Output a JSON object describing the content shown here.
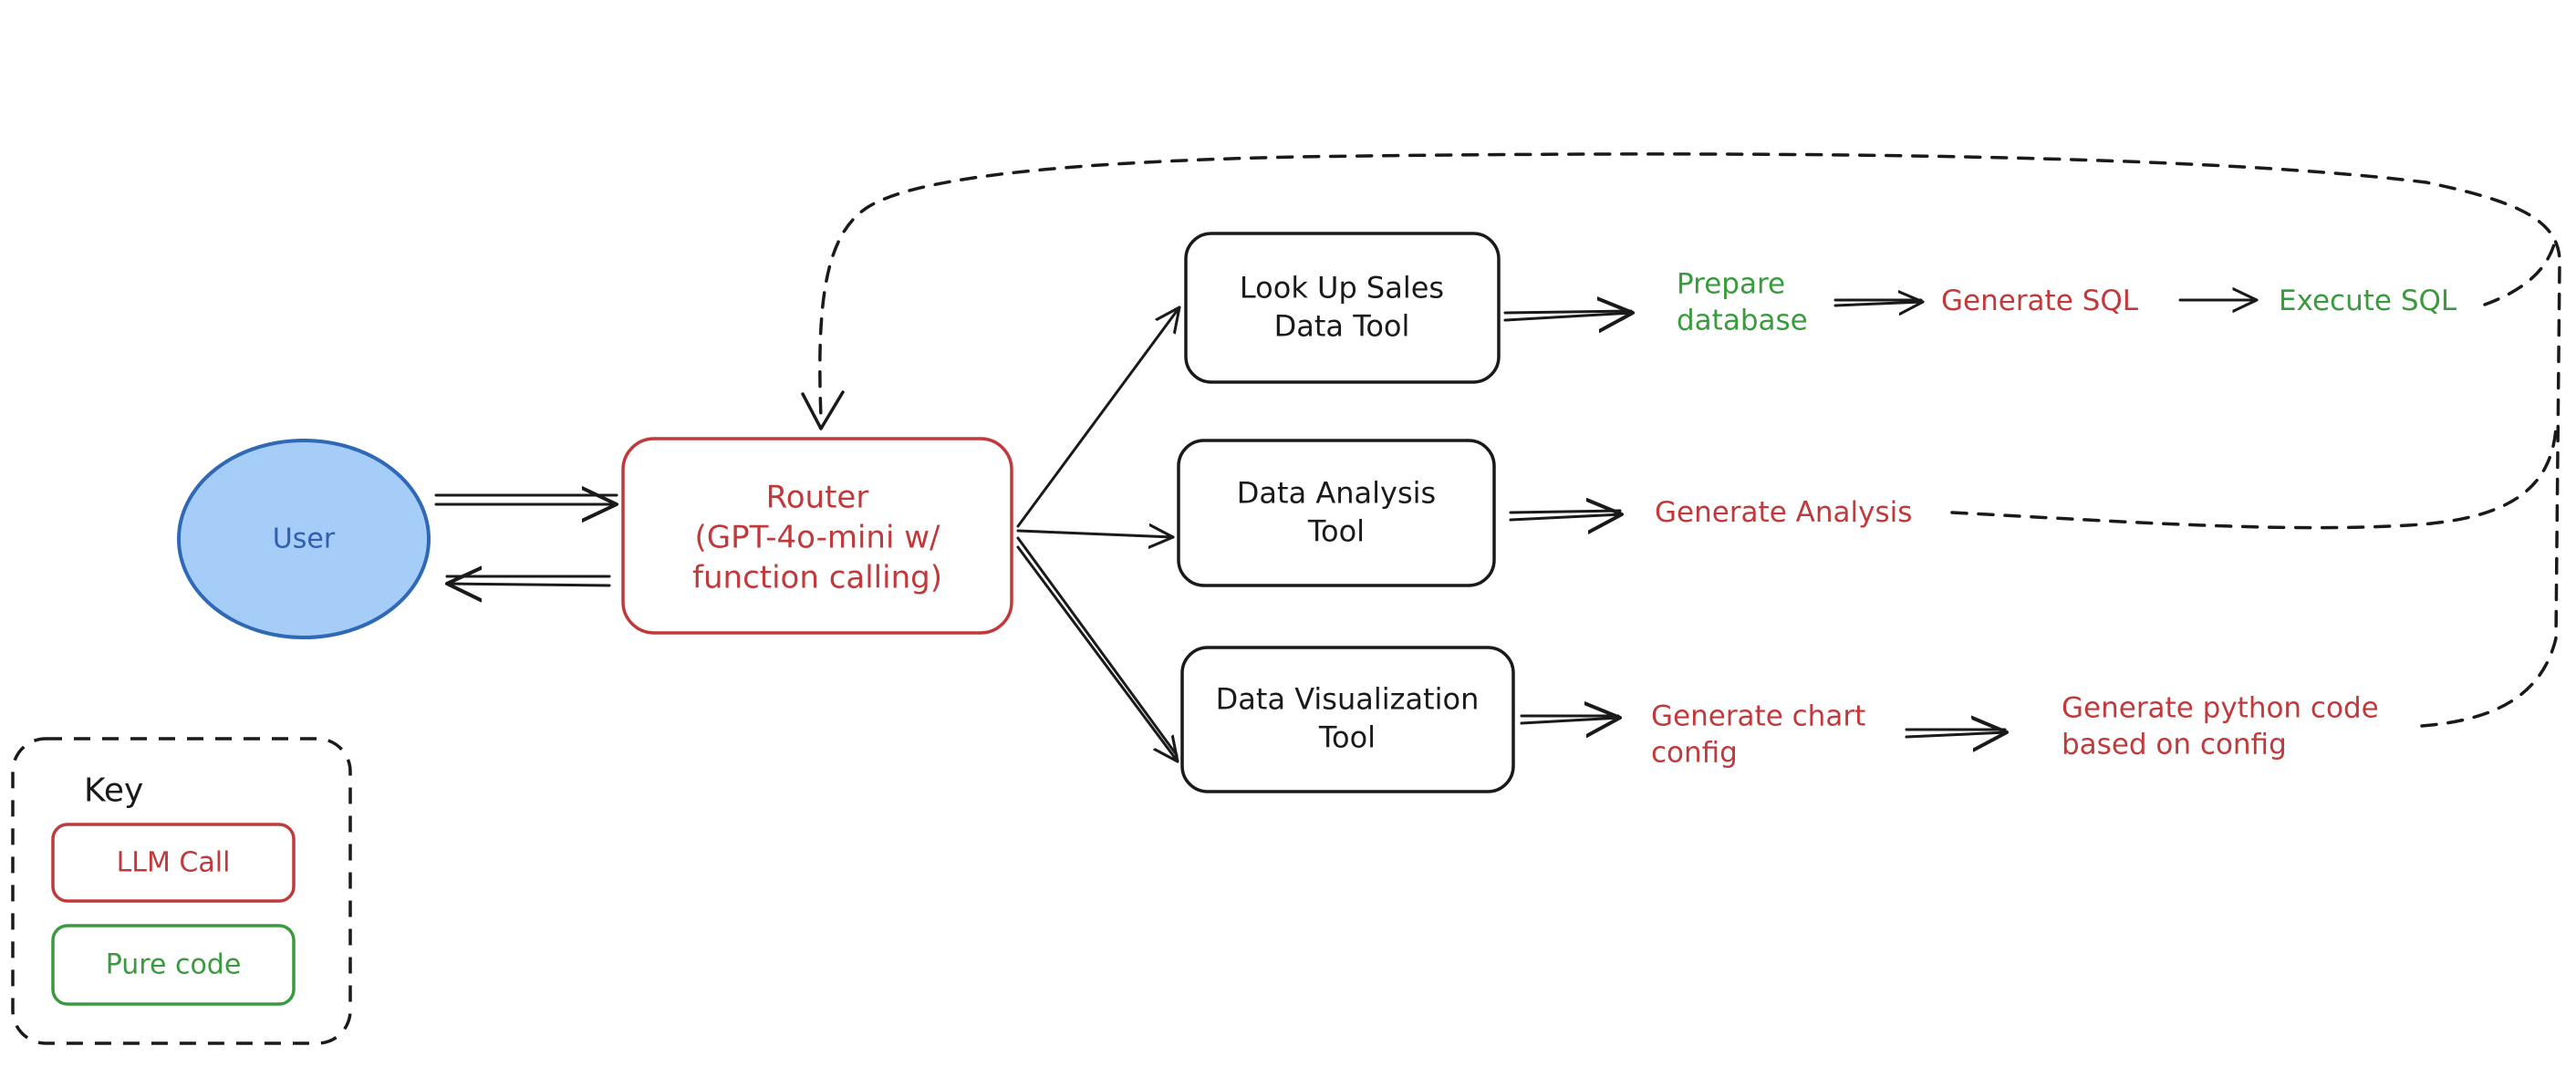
{
  "colors": {
    "llm": "#c0393b",
    "code": "#3a9a3e",
    "user_fill": "#a5cdf8",
    "user_stroke": "#2f68b5",
    "user_text": "#2f5fae",
    "ink": "#1a1a1a"
  },
  "nodes": {
    "user": "User",
    "router": "Router\n(GPT-4o-mini w/\nfunction calling)",
    "sales_tool": "Look Up Sales\nData Tool",
    "analysis_tool": "Data Analysis\nTool",
    "viz_tool": "Data Visualization\nTool"
  },
  "steps": {
    "prepare_db": "Prepare\ndatabase",
    "generate_sql": "Generate SQL",
    "execute_sql": "Execute SQL",
    "generate_analysis": "Generate Analysis",
    "generate_chart_config": "Generate chart\nconfig",
    "generate_python": "Generate python code\nbased on config"
  },
  "key": {
    "title": "Key",
    "llm_call": "LLM Call",
    "pure_code": "Pure code"
  }
}
